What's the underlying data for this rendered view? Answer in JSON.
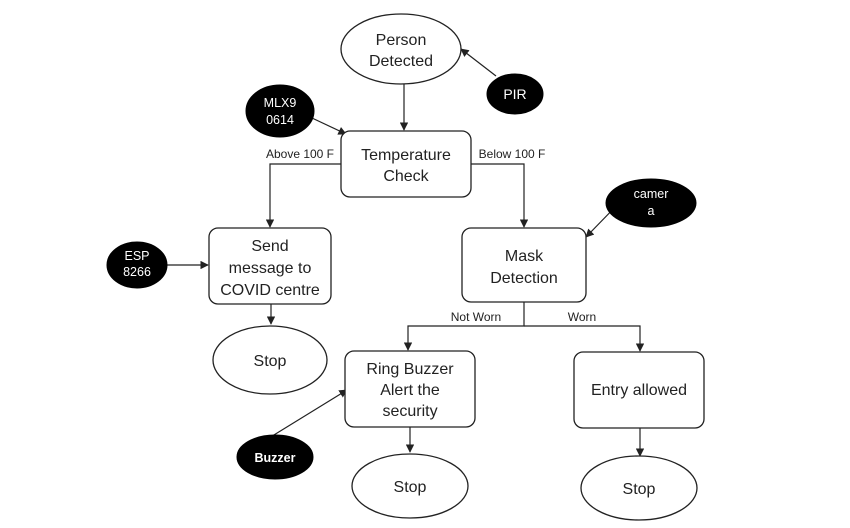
{
  "nodes": {
    "person_detected": [
      "Person",
      "Detected"
    ],
    "temperature_check": [
      "Temperature",
      "Check"
    ],
    "send_message": [
      "Send",
      "message to",
      "COVID centre"
    ],
    "mask_detection": [
      "Mask",
      "Detection"
    ],
    "ring_buzzer": [
      "Ring Buzzer",
      "Alert the",
      "security"
    ],
    "entry_allowed": [
      "Entry allowed"
    ],
    "stop_1": [
      "Stop"
    ],
    "stop_2": [
      "Stop"
    ],
    "stop_3": [
      "Stop"
    ]
  },
  "sensors": {
    "pir": [
      "PIR"
    ],
    "mlx": [
      "MLX9",
      "0614"
    ],
    "esp": [
      "ESP",
      "8266"
    ],
    "camera": [
      "camer",
      "a"
    ],
    "buzzer": [
      "Buzzer"
    ]
  },
  "edge_labels": {
    "above": "Above 100 F",
    "below": "Below 100 F",
    "not_worn": "Not Worn",
    "worn": "Worn"
  },
  "colors": {
    "line": "#222222",
    "sensor_fill": "#000000",
    "node_fill": "#ffffff"
  }
}
